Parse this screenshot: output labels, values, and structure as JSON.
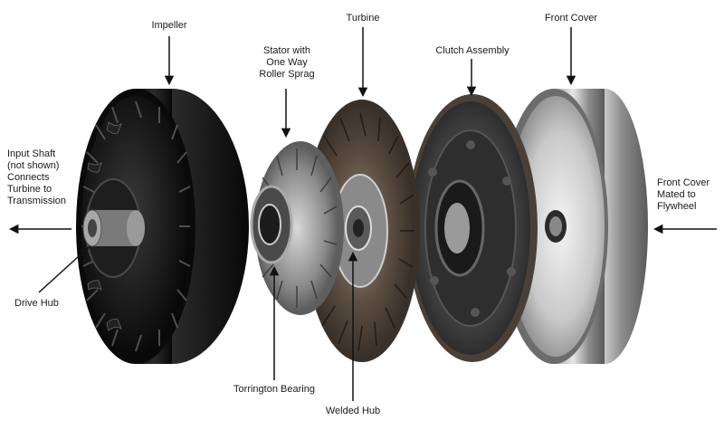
{
  "diagram": {
    "labels": {
      "impeller": "Impeller",
      "stator": [
        "Stator with",
        "One  Way",
        "Roller Sprag"
      ],
      "turbine": "Turbine",
      "clutch_assembly": "Clutch Assembly",
      "front_cover": "Front Cover",
      "input_shaft": [
        "Input Shaft",
        "(not shown)",
        "Connects",
        "Turbine to",
        "Transmission"
      ],
      "front_cover_mated": [
        "Front Cover",
        "Mated to",
        "Flywheel"
      ],
      "drive_hub": "Drive Hub",
      "torrington_bearing": "Torrington Bearing",
      "welded_hub": "Welded Hub"
    }
  }
}
